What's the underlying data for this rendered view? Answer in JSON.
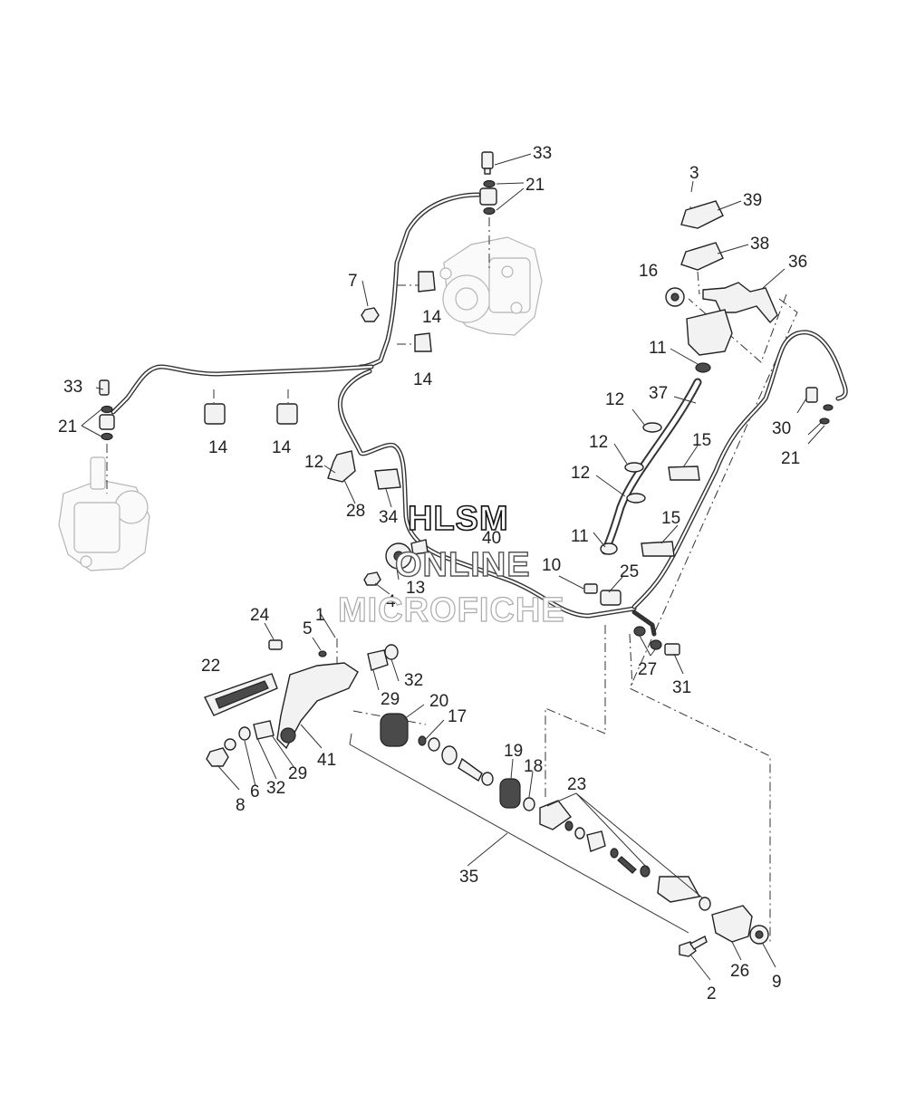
{
  "watermark": {
    "line1": "HLSM",
    "line2": "ONLINE",
    "line3": "MICROFICHE"
  },
  "callouts": [
    {
      "id": "c33a",
      "text": "33"
    },
    {
      "id": "c21a",
      "text": "21"
    },
    {
      "id": "c3",
      "text": "3"
    },
    {
      "id": "c39",
      "text": "39"
    },
    {
      "id": "c38",
      "text": "38"
    },
    {
      "id": "c16",
      "text": "16"
    },
    {
      "id": "c36",
      "text": "36"
    },
    {
      "id": "c7",
      "text": "7"
    },
    {
      "id": "c14a",
      "text": "14"
    },
    {
      "id": "c14b",
      "text": "14"
    },
    {
      "id": "c11a",
      "text": "11"
    },
    {
      "id": "c37",
      "text": "37"
    },
    {
      "id": "c12a",
      "text": "12"
    },
    {
      "id": "c33b",
      "text": "33"
    },
    {
      "id": "c21b",
      "text": "21"
    },
    {
      "id": "c14c",
      "text": "14"
    },
    {
      "id": "c14d",
      "text": "14"
    },
    {
      "id": "c12b",
      "text": "12"
    },
    {
      "id": "c15a",
      "text": "15"
    },
    {
      "id": "c30",
      "text": "30"
    },
    {
      "id": "c21c",
      "text": "21"
    },
    {
      "id": "c12c",
      "text": "12"
    },
    {
      "id": "c28",
      "text": "28"
    },
    {
      "id": "c12d",
      "text": "12"
    },
    {
      "id": "c34",
      "text": "34"
    },
    {
      "id": "c40",
      "text": "40"
    },
    {
      "id": "c15b",
      "text": "15"
    },
    {
      "id": "c11b",
      "text": "11"
    },
    {
      "id": "c10",
      "text": "10"
    },
    {
      "id": "c25",
      "text": "25"
    },
    {
      "id": "c13",
      "text": "13"
    },
    {
      "id": "c4",
      "text": "4"
    },
    {
      "id": "c24",
      "text": "24"
    },
    {
      "id": "c1",
      "text": "1"
    },
    {
      "id": "c5",
      "text": "5"
    },
    {
      "id": "c27",
      "text": "27"
    },
    {
      "id": "c31",
      "text": "31"
    },
    {
      "id": "c22",
      "text": "22"
    },
    {
      "id": "c32a",
      "text": "32"
    },
    {
      "id": "c29a",
      "text": "29"
    },
    {
      "id": "c20",
      "text": "20"
    },
    {
      "id": "c17",
      "text": "17"
    },
    {
      "id": "c41",
      "text": "41"
    },
    {
      "id": "c29b",
      "text": "29"
    },
    {
      "id": "c19",
      "text": "19"
    },
    {
      "id": "c18",
      "text": "18"
    },
    {
      "id": "c8",
      "text": "8"
    },
    {
      "id": "c6",
      "text": "6"
    },
    {
      "id": "c32b",
      "text": "32"
    },
    {
      "id": "c23",
      "text": "23"
    },
    {
      "id": "c35",
      "text": "35"
    },
    {
      "id": "c2",
      "text": "2"
    },
    {
      "id": "c26",
      "text": "26"
    },
    {
      "id": "c9",
      "text": "9"
    }
  ]
}
